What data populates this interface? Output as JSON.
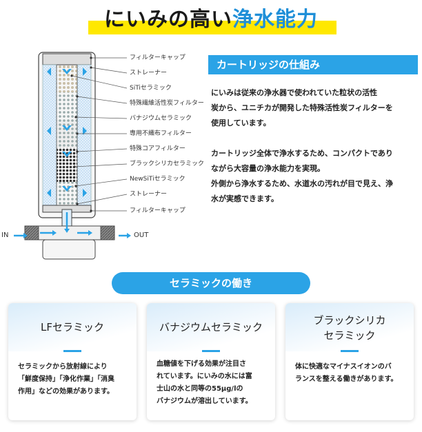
{
  "title": {
    "main": "にいみの高い",
    "accent": "浄水能力"
  },
  "diagram": {
    "labels": [
      "フィルターキャップ",
      "ストレーナー",
      "SiTiセラミック",
      "特殊繊維活性炭フィルター",
      "バナジウムセラミック",
      "専用不織布フィルター",
      "特殊コアフィルター",
      "ブラックシリカセラミック",
      "NewSiTiセラミック",
      "ストレーナー",
      "フィルターキャップ"
    ],
    "in_label": "IN",
    "out_label": "OUT"
  },
  "cartridge": {
    "heading": "カートリッジの仕組み",
    "para1": [
      "にいみは従来の浄水器で使われていた粒状の活性",
      "炭から、ユニチカが開発した特殊活性炭フィルターを",
      "使用しています。"
    ],
    "para2": [
      "カートリッジ全体で浄水するため、コンパクトであり",
      "ながら大容量の浄水能力を実現。",
      "外側から浄水するため、水道水の汚れが目で見え、浄",
      "水が実感できます。"
    ]
  },
  "ceramics": {
    "heading": "セラミックの働き",
    "cards": [
      {
        "title": [
          "LFセラミック"
        ],
        "text": [
          "セラミックから放射線により",
          "「鮮度保持」「浄化作業」「消臭",
          "作用」などの効果があります。"
        ]
      },
      {
        "title": [
          "バナジウムセラミック"
        ],
        "text": [
          "血糖値を下げる効果が注目さ",
          "れています。にいみの水には富",
          "士山の水と同等の55μg/lの",
          "バナジウムが溶出しています。"
        ]
      },
      {
        "title": [
          "ブラックシリカ",
          "セラミック"
        ],
        "text": [
          "体に快適なマイナスイオンのバ",
          "ランスを整える働きがあります。"
        ]
      }
    ]
  },
  "colors": {
    "accent": "#2ba3e6",
    "highlight": "#ffe800",
    "title_accent": "#1f8fd8"
  }
}
